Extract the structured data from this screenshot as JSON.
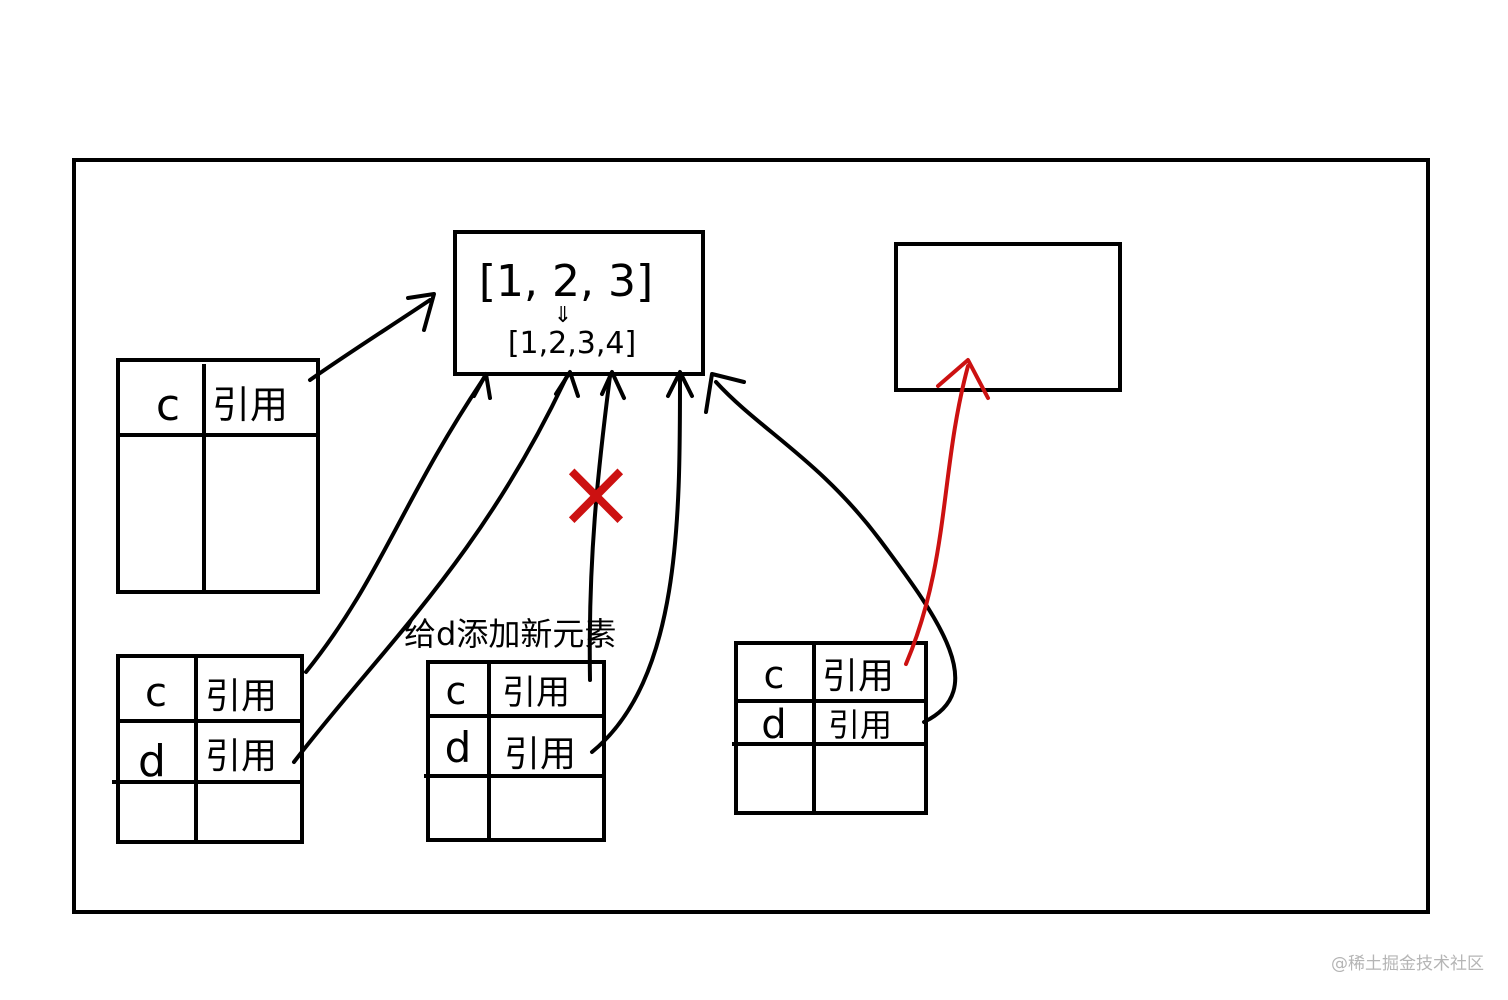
{
  "colors": {
    "ink": "#000000",
    "highlight": "#cc1111",
    "watermark": "#b5b5b5"
  },
  "heap_object": {
    "original": "[1, 2, 3]",
    "transform_arrow": "⇓",
    "modified": "[1,2,3,4]"
  },
  "new_object": {},
  "frames": [
    {
      "rows": [
        {
          "var": "c",
          "ref": "引用"
        }
      ]
    },
    {
      "rows": [
        {
          "var": "c",
          "ref": "引用"
        },
        {
          "var": "d",
          "ref": "引用"
        }
      ]
    },
    {
      "rows": [
        {
          "var": "c",
          "ref": "引用"
        },
        {
          "var": "d",
          "ref": "引用"
        }
      ]
    },
    {
      "rows": [
        {
          "var": "c",
          "ref": "引用"
        },
        {
          "var": "d",
          "ref": "引用"
        }
      ]
    }
  ],
  "caption": "给d添加新元素",
  "cross_mark": "×",
  "watermark": "@稀土掘金技术社区"
}
